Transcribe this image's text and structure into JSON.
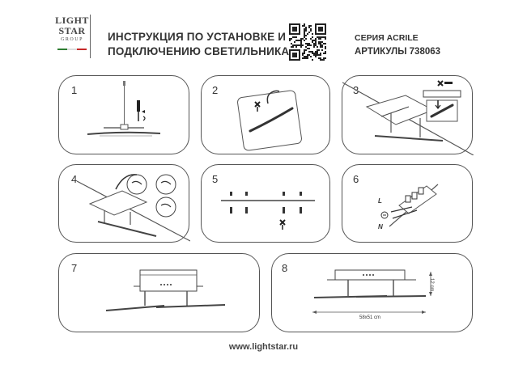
{
  "logo": {
    "line1": "LIGHT",
    "line2": "STAR",
    "line3": "GROUP"
  },
  "header": {
    "title_line1": "ИНСТРУКЦИЯ ПО УСТАНОВКЕ И",
    "title_line2": "ПОДКЛЮЧЕНИЮ СВЕТИЛЬНИКА",
    "series": "СЕРИЯ ACRILE",
    "articles": "АРТИКУЛЫ 738063"
  },
  "steps": [
    {
      "number": "1"
    },
    {
      "number": "2"
    },
    {
      "number": "3"
    },
    {
      "number": "4"
    },
    {
      "number": "5"
    },
    {
      "number": "6",
      "label_l": "L",
      "label_n": "N"
    },
    {
      "number": "7"
    },
    {
      "number": "8",
      "dim_height": "12 cm",
      "dim_width": "58x51 cm"
    }
  ],
  "footer": {
    "url": "www.lightstar.ru"
  },
  "icons": [
    "qr-code-icon",
    "screwdriver-icon",
    "ground-icon",
    "drill-icon"
  ]
}
